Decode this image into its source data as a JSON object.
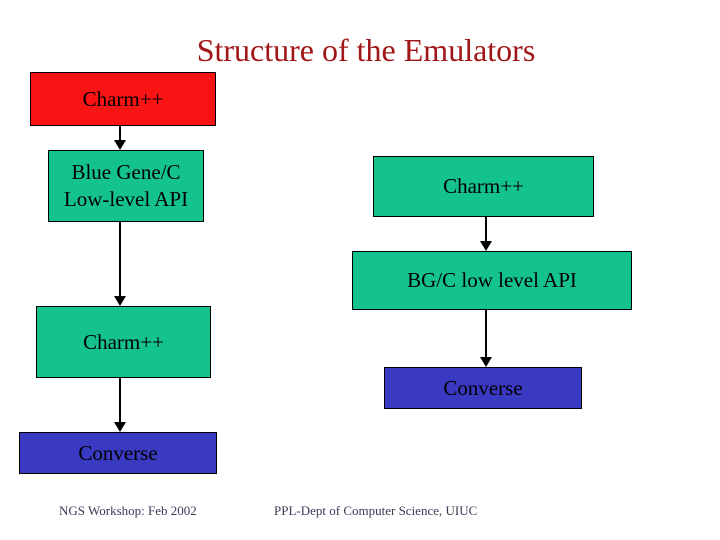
{
  "title": "Structure of the Emulators",
  "colors": {
    "box_red": "#F81414",
    "box_green": "#13C28C",
    "box_blue": "#3939C1",
    "title_text": "#A11616",
    "footer_text": "#3A3A55"
  },
  "diagram": {
    "left_stack": {
      "boxes": [
        {
          "label": "Charm++"
        },
        {
          "label": "Blue Gene/C Low-level API"
        },
        {
          "label": "Charm++"
        },
        {
          "label": "Converse"
        }
      ]
    },
    "right_stack": {
      "boxes": [
        {
          "label": "Charm++"
        },
        {
          "label": "BG/C low level API"
        },
        {
          "label": "Converse"
        }
      ]
    }
  },
  "footer": {
    "left": "NGS Workshop: Feb 2002",
    "right": "PPL-Dept of Computer Science, UIUC"
  }
}
